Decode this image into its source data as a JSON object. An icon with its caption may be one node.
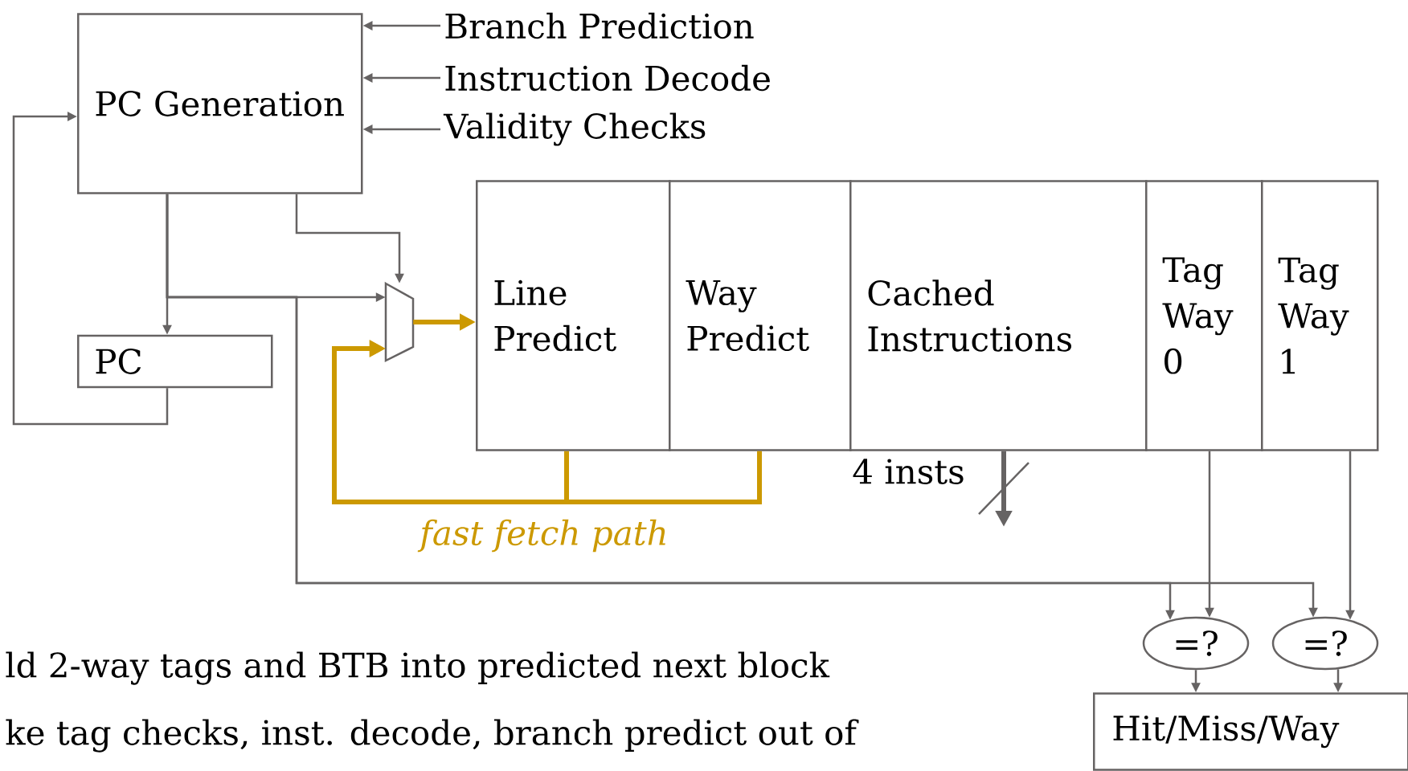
{
  "diagram": {
    "nodes": [
      {
        "text": [
          "PC Generation"
        ]
      },
      {
        "text": [
          "Branch Prediction"
        ]
      },
      {
        "text": [
          "Instruction Decode"
        ]
      },
      {
        "text": [
          "Validity Checks"
        ]
      },
      {
        "text": [
          "PC"
        ]
      },
      {
        "text": [],
        "shape": "trapezoid"
      },
      {
        "text": [
          "Line Predict"
        ]
      },
      {
        "text": [
          "Way Predict"
        ]
      },
      {
        "text": [
          "Cached Instructions"
        ]
      },
      {
        "text": [
          "Tag Way 0"
        ]
      },
      {
        "text": [
          "Tag Way 1"
        ]
      },
      {
        "text": [
          "=?"
        ]
      },
      {
        "text": [
          "=?"
        ]
      },
      {
        "text": [
          "Hit/Miss/Way"
        ]
      }
    ],
    "edges": [
      {
        "from": 1,
        "to": 0,
        "arrow": "to"
      },
      {
        "from": 2,
        "to": 0,
        "arrow": "to"
      },
      {
        "from": 3,
        "to": 0,
        "arrow": "to"
      },
      {
        "from": 0,
        "to": 4,
        "arrow": "to"
      },
      {
        "from": 0,
        "to": 5,
        "arrow": "to"
      },
      {
        "from": 0,
        "to": 5,
        "arrow": "to"
      },
      {
        "from": 4,
        "to": 0,
        "arrow": "to"
      },
      {
        "from": 5,
        "to": 6,
        "arrow": "to",
        "style": "thick",
        "color": "#cc9900"
      },
      {
        "from": 6,
        "to": 5,
        "arrow": "to",
        "style": "thick",
        "color": "#cc9900"
      },
      {
        "from": 7,
        "to": 5,
        "arrow": "to",
        "style": "thick",
        "color": "#cc9900"
      },
      {
        "from": 8,
        "to": null,
        "arrow": "to",
        "label": "4 insts",
        "style": "thick"
      },
      {
        "from": 0,
        "to": 11,
        "arrow": "to"
      },
      {
        "from": 0,
        "to": 12,
        "arrow": "to"
      },
      {
        "from": 9,
        "to": 11,
        "arrow": "to"
      },
      {
        "from": 10,
        "to": 12,
        "arrow": "to"
      },
      {
        "from": 11,
        "to": 13,
        "arrow": "to"
      },
      {
        "from": 12,
        "to": 13,
        "arrow": "to"
      }
    ],
    "labels": [
      "fast fetch path",
      "ld 2-way tags and BTB into predicted next block",
      "ke tag checks, inst. decode, branch predict out of"
    ]
  }
}
